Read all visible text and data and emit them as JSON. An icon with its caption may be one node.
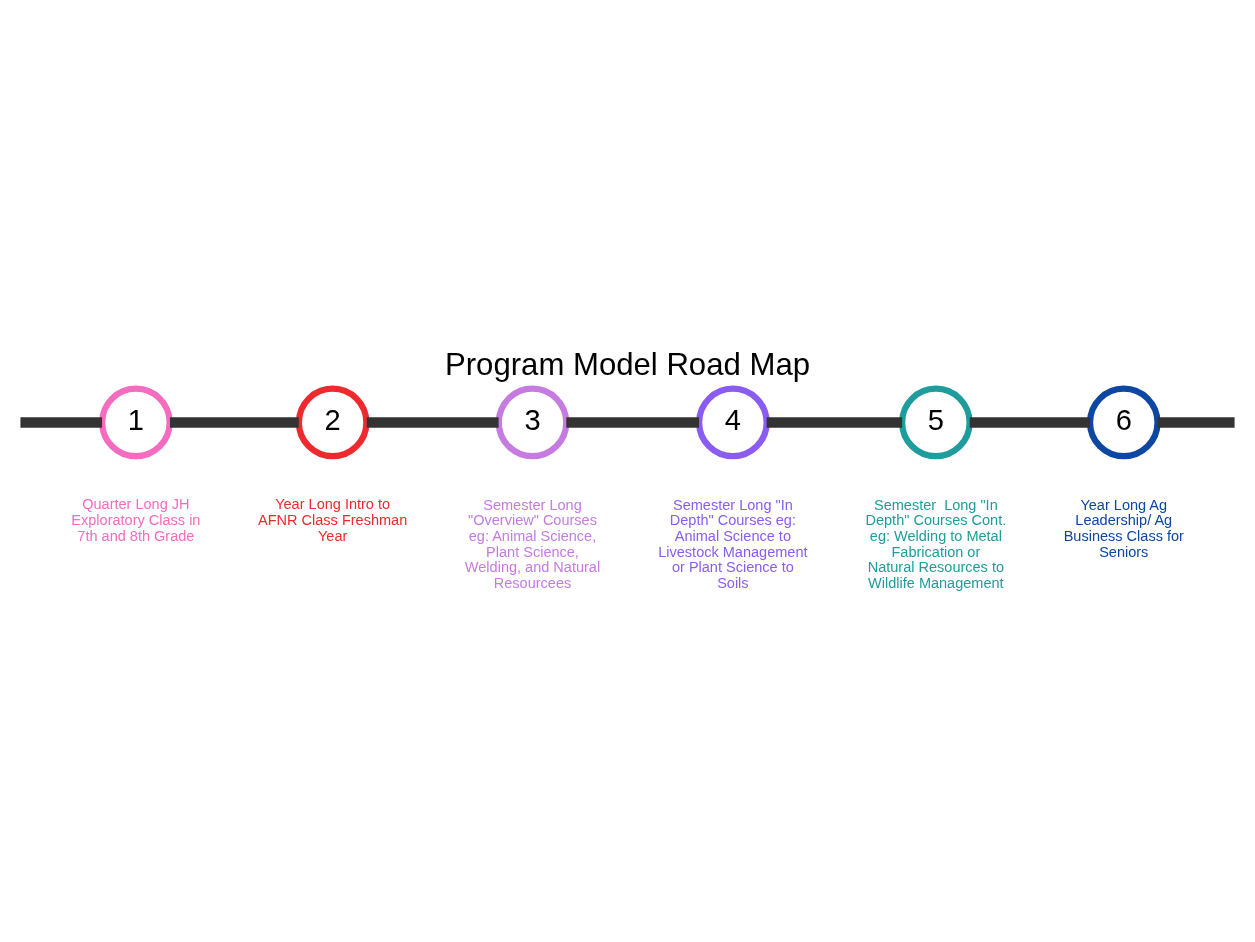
{
  "diagram": {
    "title": "Program Model Road Map",
    "nodes": [
      {
        "text": [
          "1"
        ],
        "beside": [
          "Quarter Long JH Exploratory Class in 7th and 8th Grade"
        ]
      },
      {
        "text": [
          "2"
        ],
        "beside": [
          "Year Long Intro to AFNR Class Freshman Year"
        ]
      },
      {
        "text": [
          "3"
        ],
        "beside": [
          "Semester Long \"Overview\" Courses eg: Animal Science, Plant Science, Welding, and Natural Resourcees"
        ]
      },
      {
        "text": [
          "4"
        ],
        "beside": [
          "Semester Long \"In Depth\" Courses eg: Animal Science to Livestock Management or Plant Science to Soils"
        ]
      },
      {
        "text": [
          "5"
        ],
        "beside": [
          "Semester  Long \"In Depth\" Courses Cont. eg: Welding to Metal Fabrication or Natural Resources to Wildlife Management"
        ]
      },
      {
        "text": [
          "6"
        ],
        "beside": [
          "Year Long Ag Leadership/ Ag Business Class for Seniors"
        ]
      }
    ],
    "edges": [
      {
        "from": null,
        "to": 0,
        "arrow": "none"
      },
      {
        "from": 0,
        "to": 1,
        "arrow": "none"
      },
      {
        "from": 1,
        "to": 2,
        "arrow": "none"
      },
      {
        "from": 2,
        "to": 3,
        "arrow": "none"
      },
      {
        "from": 3,
        "to": 4,
        "arrow": "none"
      },
      {
        "from": 4,
        "to": 5,
        "arrow": "none"
      },
      {
        "from": 5,
        "to": null,
        "arrow": "none"
      }
    ]
  }
}
